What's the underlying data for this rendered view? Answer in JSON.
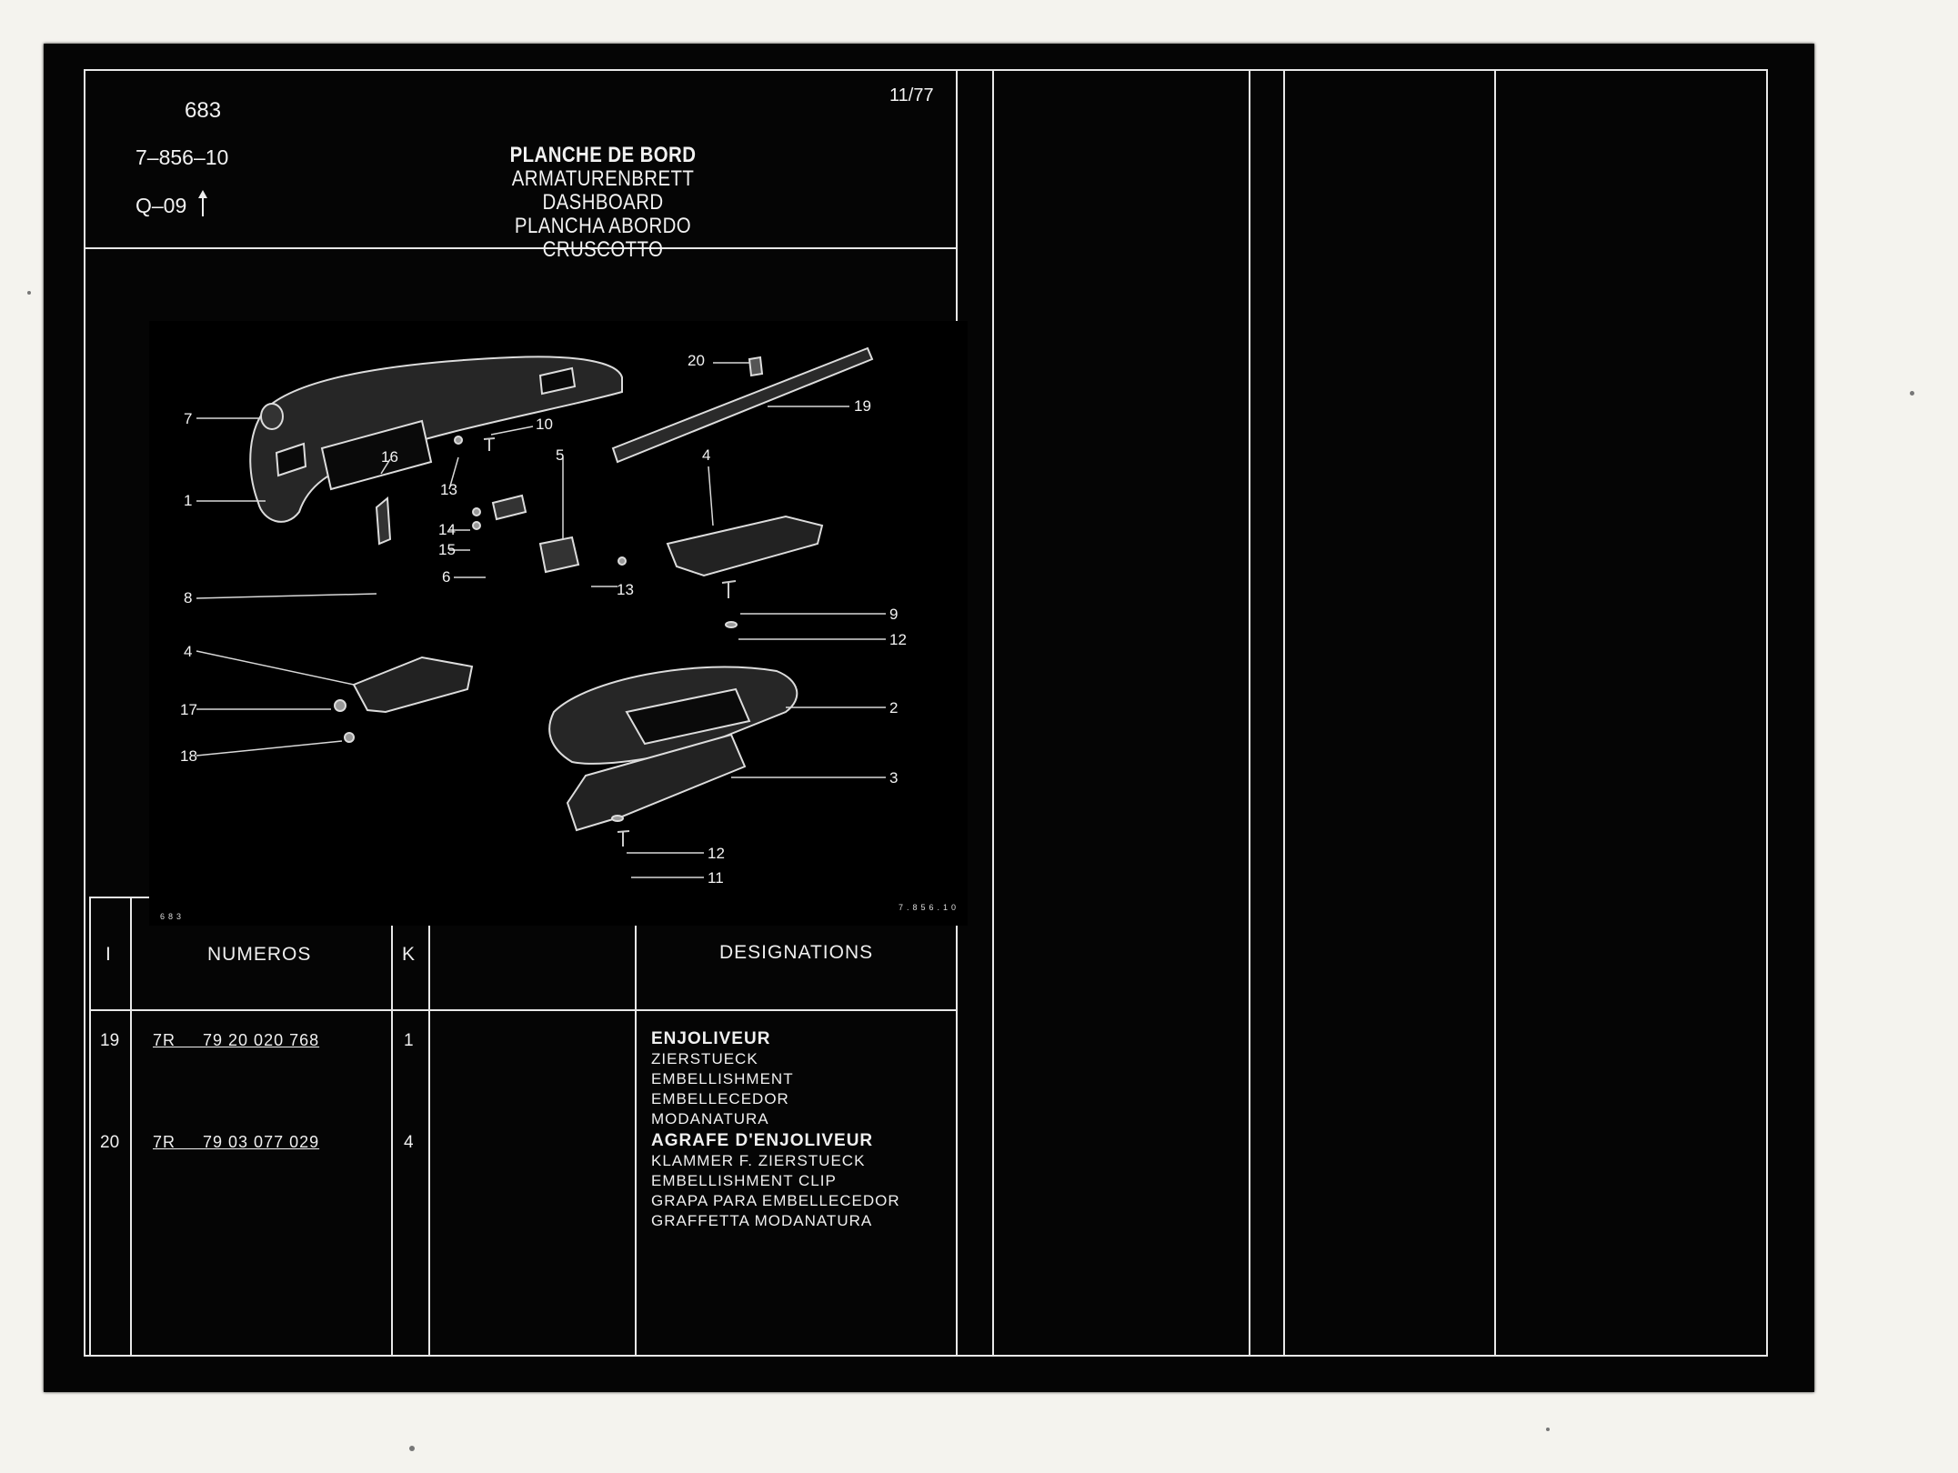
{
  "header": {
    "plate_number": "683",
    "reference": "7–856–10",
    "group": "Q–09",
    "date": "11/77",
    "titles": [
      "PLANCHE DE BORD",
      "ARMATURENBRETT",
      "DASHBOARD",
      "PLANCHA ABORDO",
      "CRUSCOTTO"
    ]
  },
  "diagram": {
    "corner_left": "683",
    "corner_right": "7.856.10",
    "callouts": [
      "20",
      "19",
      "7",
      "10",
      "16",
      "5",
      "4",
      "1",
      "13",
      "14",
      "15",
      "6",
      "8",
      "13",
      "9",
      "12",
      "4",
      "2",
      "17",
      "18",
      "3",
      "12",
      "11"
    ]
  },
  "table": {
    "headers": {
      "index": "I",
      "numbers": "NUMEROS",
      "k": "K",
      "designations": "DESIGNATIONS"
    },
    "rows": [
      {
        "index": "19",
        "part_number": "7R     79 20 020 768",
        "k": "1",
        "designations": [
          "ENJOLIVEUR",
          "ZIERSTUECK",
          "EMBELLISHMENT",
          "EMBELLECEDOR",
          "MODANATURA"
        ]
      },
      {
        "index": "20",
        "part_number": "7R     79 03 077 029",
        "k": "4",
        "designations": [
          "AGRAFE D'ENJOLIVEUR",
          "KLAMMER F. ZIERSTUECK",
          "EMBELLISHMENT CLIP",
          "GRAPA PARA EMBELLECEDOR",
          "GRAFFETTA MODANATURA"
        ]
      }
    ]
  }
}
